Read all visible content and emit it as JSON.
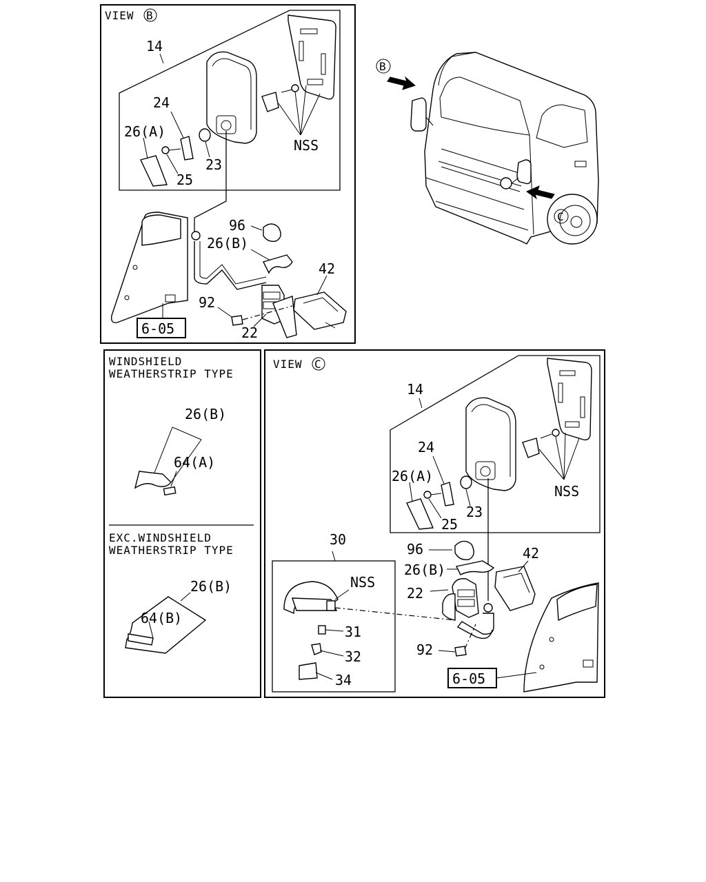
{
  "view_b": {
    "header": "VIEW",
    "header_letter": "B",
    "labels": {
      "l14": "14",
      "l24": "24",
      "l26a": "26(A)",
      "l25": "25",
      "l23": "23",
      "nss": "NSS",
      "l96": "96",
      "l26b": "26(B)",
      "l42": "42",
      "l92": "92",
      "l22": "22",
      "ref": "6-05"
    }
  },
  "truck": {
    "arrow_b": "B",
    "arrow_c": "C"
  },
  "windshield_type": {
    "header_line1": "WINDSHIELD",
    "header_line2": "WEATHERSTRIP TYPE",
    "l26b": "26(B)",
    "l64a": "64(A)"
  },
  "exc_windshield_type": {
    "header_line1": "EXC.WINDSHIELD",
    "header_line2": "WEATHERSTRIP TYPE",
    "l26b": "26(B)",
    "l64b": "64(B)"
  },
  "view_c": {
    "header": "VIEW",
    "header_letter": "C",
    "labels": {
      "l14": "14",
      "l24": "24",
      "l26a": "26(A)",
      "l25": "25",
      "l23": "23",
      "nss": "NSS",
      "l96": "96",
      "l26b": "26(B)",
      "l42": "42",
      "l22": "22",
      "l92": "92",
      "ref": "6-05"
    },
    "inset": {
      "l30": "30",
      "nss": "NSS",
      "l31": "31",
      "l32": "32",
      "l34": "34"
    }
  }
}
